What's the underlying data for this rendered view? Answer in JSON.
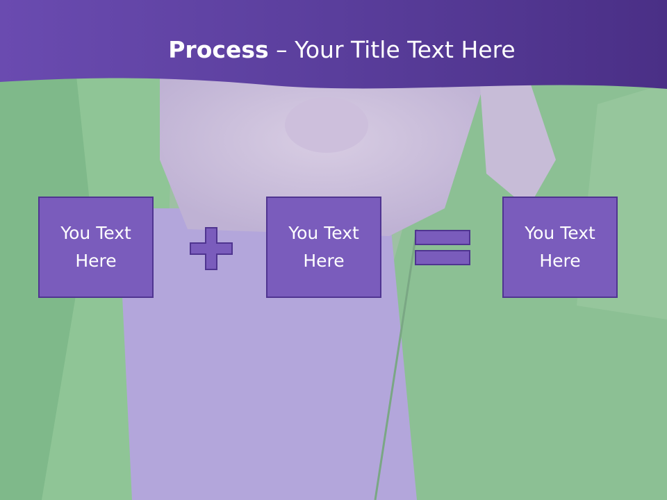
{
  "slide": {
    "title_bold": "Process",
    "title_rest": " – Your Title Text Here",
    "boxes": [
      {
        "text": "You Text Here"
      },
      {
        "text": "You Text Here"
      },
      {
        "text": "You Text Here"
      }
    ],
    "operators": [
      "plus-icon",
      "equals-icon"
    ]
  },
  "colors": {
    "header": "#5b3e9e",
    "box_fill": "#7a5cbc",
    "box_border": "#4f3490",
    "operator_fill": "#7a5cbc"
  }
}
